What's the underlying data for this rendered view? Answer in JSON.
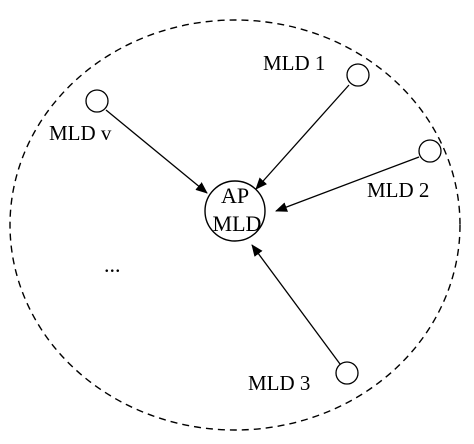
{
  "diagram": {
    "ap": {
      "line1": "AP",
      "line2": "MLD"
    },
    "nodes": [
      {
        "id": "mld-1",
        "label": "MLD 1"
      },
      {
        "id": "mld-2",
        "label": "MLD 2"
      },
      {
        "id": "mld-3",
        "label": "MLD 3"
      },
      {
        "id": "mld-v",
        "label": "MLD v"
      }
    ],
    "ellipsis": "..."
  }
}
